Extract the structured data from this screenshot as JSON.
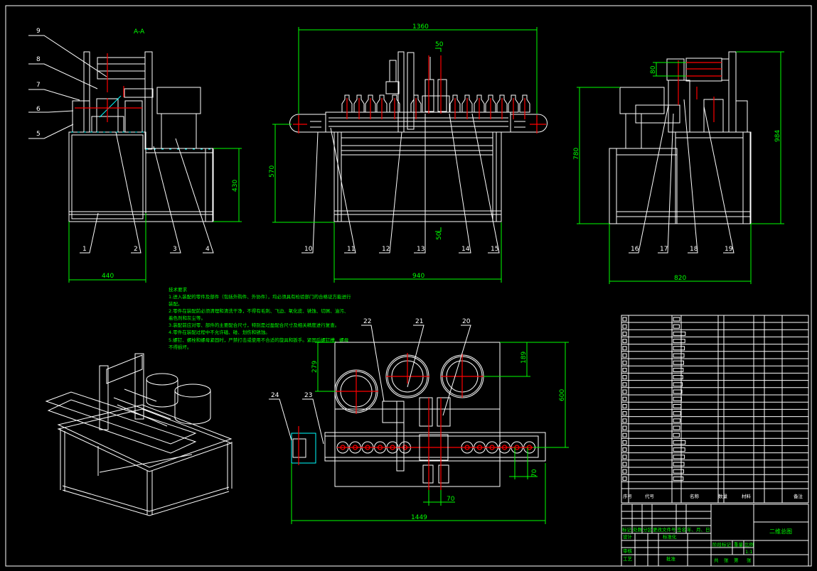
{
  "drawing": {
    "section_label": "A-A",
    "title": "二维总图",
    "colors": {
      "background": "#000000",
      "outline": "#ffffff",
      "dimension": "#00ff00",
      "centerline": "#ff0000",
      "hidden": "#00ffff"
    }
  },
  "balloons": {
    "front_left": [
      "9",
      "8",
      "7",
      "6",
      "5"
    ],
    "front_bottom": [
      "1",
      "2",
      "3",
      "4"
    ],
    "main_bottom": [
      "10",
      "11",
      "12",
      "13",
      "14",
      "15"
    ],
    "side_bottom": [
      "16",
      "17",
      "18",
      "19"
    ],
    "top_view": [
      "22",
      "21",
      "20",
      "24",
      "23"
    ]
  },
  "dimensions": {
    "d440": "440",
    "d430": "430",
    "d1360": "1360",
    "d50": "50",
    "d570": "570",
    "d940": "940",
    "d50b": "50",
    "d780": "780",
    "d984": "984",
    "d820": "820",
    "d80": "80",
    "d279": "279",
    "d189": "189",
    "d600": "600",
    "d70a": "70",
    "d70b": "70",
    "d1449": "1449"
  },
  "notes": {
    "heading": "技术要求",
    "lines": [
      "1.进入装配的零件及部件（包括外购件、外协件），均必须具有检验部门的合格证方能进行",
      "  装配。",
      "2.零件在装配前必须清理和清洗干净，不得有毛刺、飞边、氧化皮、锈蚀、切屑、油污、",
      "  着色剂和灰尘等。",
      "3.装配前应对零、部件的主要配合尺寸，特别是过盈配合尺寸及相关精度进行复查。",
      "4.零件在装配过程中不允许磕、碰、划伤和锈蚀。",
      "5.螺钉、螺栓和螺母紧固时，严禁打击或使用不合适的旋具和扳手。紧固后螺钉槽、螺母",
      "  不得损坏。"
    ]
  },
  "bom_header": {
    "no": "序号",
    "code": "代号",
    "name": "名称",
    "qty": "数量",
    "material": "材料",
    "remark": "备注"
  },
  "title_block": {
    "mark": "标记",
    "count": "处数",
    "zone": "分区",
    "change_doc": "更改文件号",
    "sign": "签名",
    "date": "年、月、日",
    "design": "设计",
    "standard": "标准化",
    "stage": "阶段标记",
    "weight": "重量",
    "scale": "比例",
    "scale_value": "1:1",
    "review": "审核",
    "process": "工艺",
    "approve": "批准",
    "total": "共",
    "sheets": "张",
    "page": "第",
    "sheet2": "张"
  }
}
